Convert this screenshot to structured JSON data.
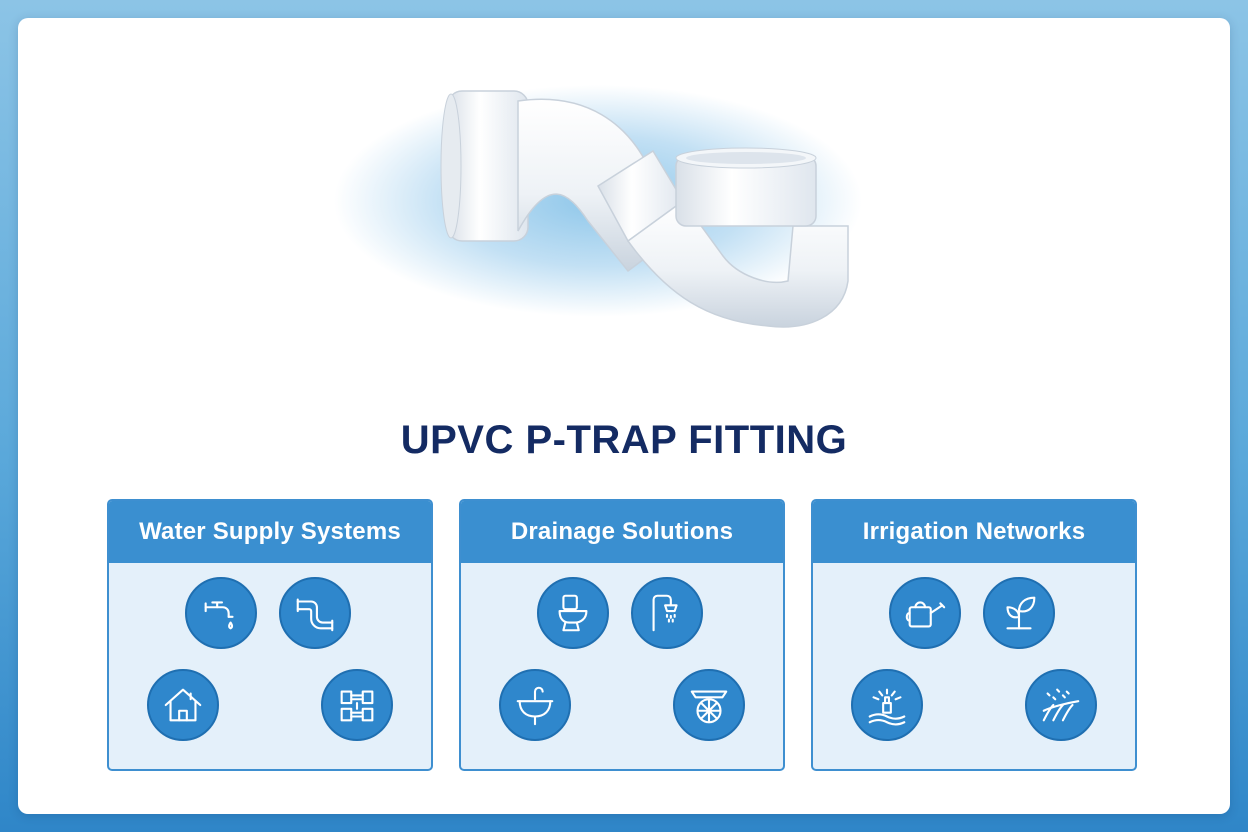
{
  "title": "UPVC P-TRAP FITTING",
  "colors": {
    "accent": "#3a8fd0",
    "title": "#142b63",
    "panel_bg": "#e4f0fa"
  },
  "panels": [
    {
      "label": "Water Supply Systems",
      "icons": [
        "faucet-icon",
        "pipe-elbow-icon",
        "house-icon",
        "pipe-valve-icon"
      ]
    },
    {
      "label": "Drainage Solutions",
      "icons": [
        "toilet-icon",
        "shower-icon",
        "sink-icon",
        "floor-drain-icon"
      ]
    },
    {
      "label": "Irrigation Networks",
      "icons": [
        "watering-can-icon",
        "plant-sprout-icon",
        "sprinkler-icon",
        "field-irrigation-icon"
      ]
    }
  ]
}
